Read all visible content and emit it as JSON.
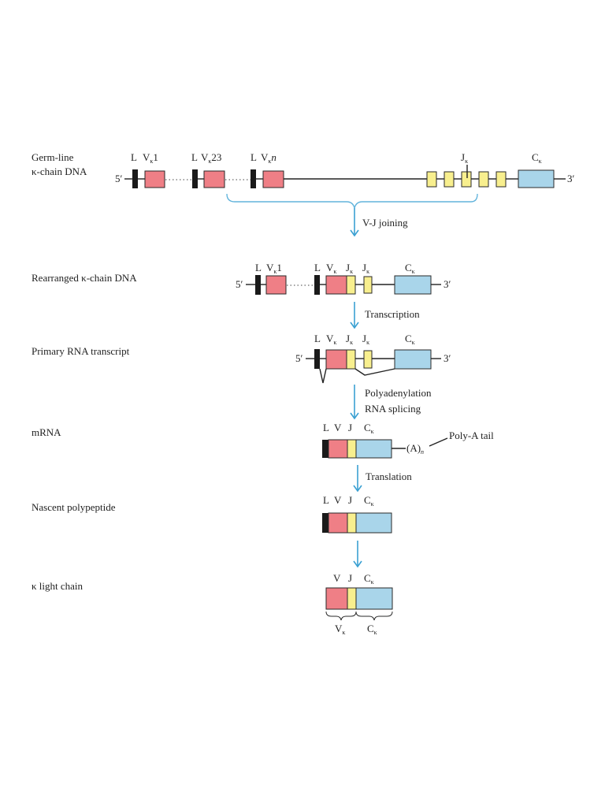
{
  "colors": {
    "v_segment": "#ef7f86",
    "j_segment": "#f8ef8e",
    "c_segment": "#a9d5ea",
    "leader": "#1a1a1a",
    "arrow": "#3aa0d2"
  },
  "stages": {
    "germline_line1": "Germ-line",
    "germline_line2": "κ-chain DNA",
    "rearranged": "Rearranged κ-chain DNA",
    "primary": "Primary RNA transcript",
    "mrna": "mRNA",
    "nascent": "Nascent polypeptide",
    "light_chain": "κ light chain"
  },
  "steps": {
    "vj_joining": "V-J joining",
    "transcription": "Transcription",
    "polyadenylation": "Polyadenylation",
    "rna_splicing": "RNA splicing",
    "translation": "Translation"
  },
  "ends": {
    "five_prime": "5′",
    "three_prime": "3′"
  },
  "labels": {
    "L": "L",
    "V": "V",
    "J": "J",
    "C": "C",
    "kappa": "κ",
    "k_sub": "κ",
    "one": "1",
    "twentythree": "23",
    "n": "n",
    "poly_a_tail": "Poly-A tail",
    "poly_a": "(A)",
    "poly_a_sub": "n"
  }
}
